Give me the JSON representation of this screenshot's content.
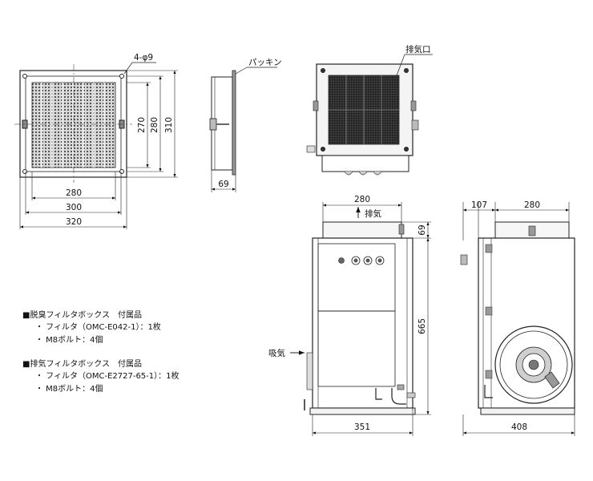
{
  "labels": {
    "hole_spec": "4-φ9",
    "gasket": "パッキン",
    "exhaust_port": "排気口",
    "exhaust": "排気",
    "intake": "吸気"
  },
  "dimensions": {
    "front_280": "280",
    "front_300": "300",
    "front_320": "320",
    "front_270": "270",
    "front_280_v": "280",
    "front_310": "310",
    "side_69": "69",
    "unit_280": "280",
    "unit_69": "69",
    "unit_665": "665",
    "unit_351": "351",
    "right_107": "107",
    "right_280": "280",
    "right_408": "408"
  },
  "notes": {
    "deodor_title": "■脱臭フィルタボックス　付属品",
    "deodor_items": [
      "・ フィルタ（OMC-E042-1）：1枚",
      "・ M8ボルト：4個"
    ],
    "exhaust_title": "■排気フィルタボックス　付属品",
    "exhaust_items": [
      "・ フィルタ（OMC-E2727-65-1）：1枚",
      "・ M8ボルト：4個"
    ]
  }
}
